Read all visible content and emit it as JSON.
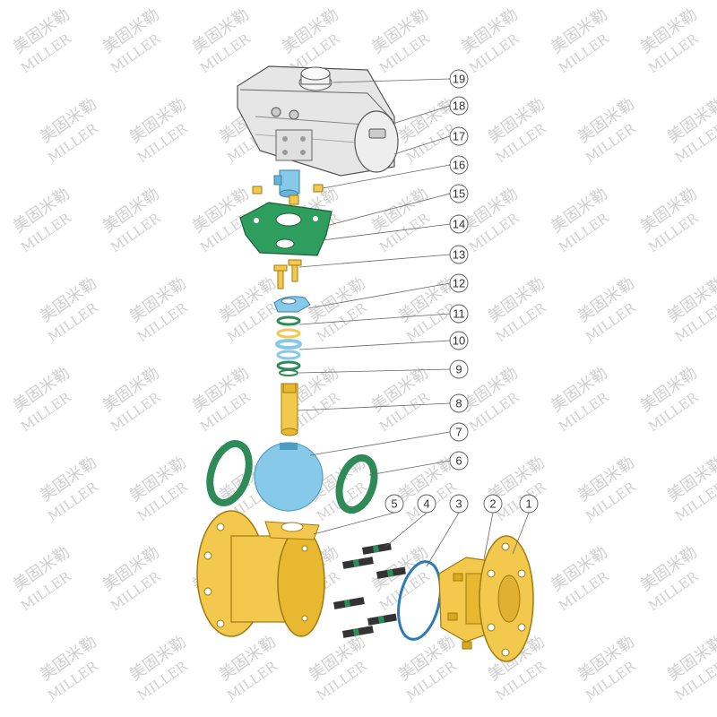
{
  "watermark": {
    "chinese": "美固米勒",
    "latin": "MILLER"
  },
  "callouts": [
    {
      "number": "19",
      "part": "actuator-cap"
    },
    {
      "number": "18",
      "part": "actuator-body"
    },
    {
      "number": "17",
      "part": "actuator-end-cap"
    },
    {
      "number": "16",
      "part": "coupling"
    },
    {
      "number": "15",
      "part": "mounting-bracket"
    },
    {
      "number": "14",
      "part": "bracket-bolt"
    },
    {
      "number": "13",
      "part": "bolt"
    },
    {
      "number": "12",
      "part": "stop-plate"
    },
    {
      "number": "11",
      "part": "gland-ring"
    },
    {
      "number": "10",
      "part": "packing"
    },
    {
      "number": "9",
      "part": "o-ring"
    },
    {
      "number": "8",
      "part": "stem"
    },
    {
      "number": "7",
      "part": "ball"
    },
    {
      "number": "6",
      "part": "seat"
    },
    {
      "number": "5",
      "part": "body"
    },
    {
      "number": "4",
      "part": "stud"
    },
    {
      "number": "3",
      "part": "gasket"
    },
    {
      "number": "2",
      "part": "nut"
    },
    {
      "number": "1",
      "part": "end-cap"
    }
  ],
  "colors": {
    "yellow": "#f2c94c",
    "yellow_dark": "#c99a1c",
    "green": "#2e8b57",
    "blue": "#86c9e8",
    "blue_dark": "#4f9cc2",
    "gray": "#d7d7d7",
    "outline": "#444444"
  }
}
